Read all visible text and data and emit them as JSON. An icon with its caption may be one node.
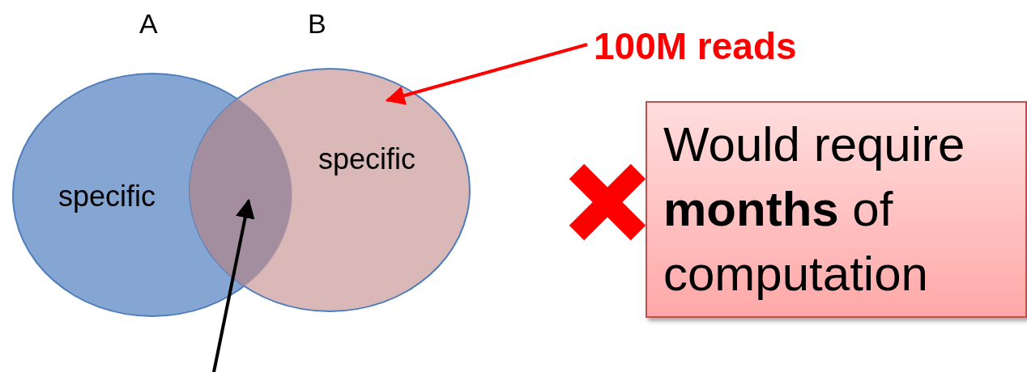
{
  "diagram": {
    "nodes": [
      {
        "text": [
          "A",
          "specific"
        ]
      },
      {
        "text": [
          "B",
          "specific"
        ]
      },
      {
        "text": [],
        "shape": "lens"
      },
      {
        "text": [
          "100M reads"
        ]
      },
      {
        "text": [
          "Would require **months** of computation"
        ]
      }
    ],
    "edges": [
      {
        "from": 3,
        "to": 1,
        "arrow": "to",
        "color": "#ff0000"
      },
      {
        "from": null,
        "to": 2,
        "arrow": "to",
        "color": "#000000"
      }
    ]
  }
}
